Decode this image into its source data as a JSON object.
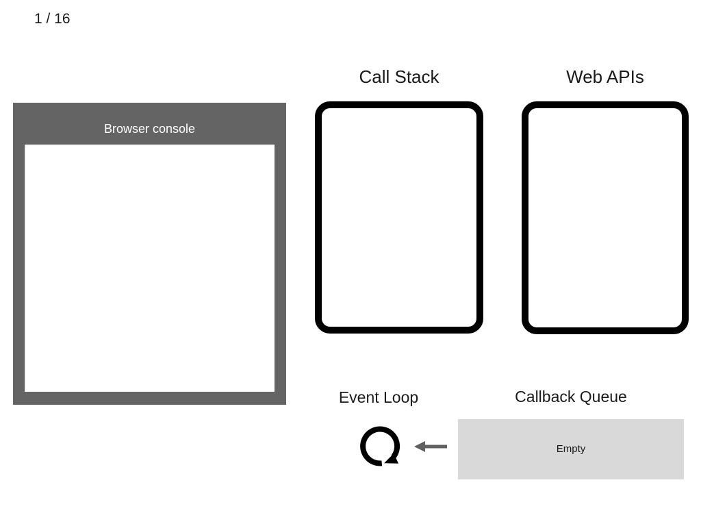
{
  "slide": {
    "counter": "1 / 16"
  },
  "console": {
    "title": "Browser console",
    "output": ""
  },
  "call_stack": {
    "title": "Call Stack",
    "items": []
  },
  "web_apis": {
    "title": "Web APIs",
    "items": []
  },
  "event_loop": {
    "title": "Event Loop",
    "icon": "circular-arrow-icon"
  },
  "callback_queue": {
    "title": "Callback Queue",
    "status": "Empty",
    "arrow_icon": "arrow-left-icon"
  },
  "colors": {
    "console_frame": "#646464",
    "console_body": "#ffffff",
    "box_border": "#000000",
    "queue_fill": "#d9d9d9",
    "arrow": "#606060",
    "text": "#1a1a1a",
    "console_title_text": "#ffffff",
    "background": "#ffffff"
  }
}
